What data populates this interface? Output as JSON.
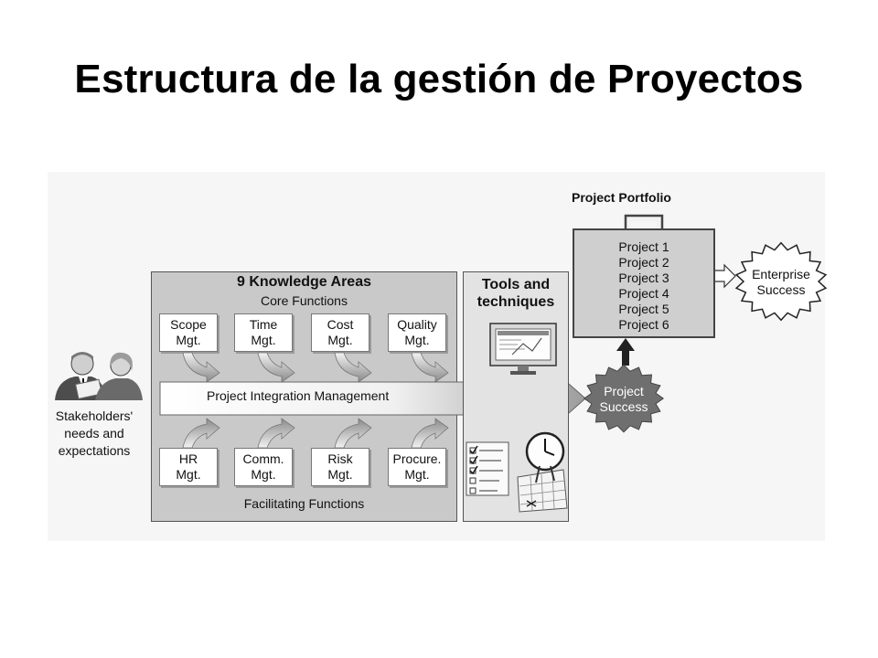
{
  "slide": {
    "title": "Estructura de la gestión de Proyectos"
  },
  "diagram": {
    "knowledge_areas": {
      "title": "9 Knowledge Areas",
      "core_title": "Core Functions",
      "facilitating_title": "Facilitating Functions",
      "core": [
        {
          "line1": "Scope",
          "line2": "Mgt."
        },
        {
          "line1": "Time",
          "line2": "Mgt."
        },
        {
          "line1": "Cost",
          "line2": "Mgt."
        },
        {
          "line1": "Quality",
          "line2": "Mgt."
        }
      ],
      "facilitating": [
        {
          "line1": "HR",
          "line2": "Mgt."
        },
        {
          "line1": "Comm.",
          "line2": "Mgt."
        },
        {
          "line1": "Risk",
          "line2": "Mgt."
        },
        {
          "line1": "Procure.",
          "line2": "Mgt."
        }
      ]
    },
    "integration": {
      "label": "Project Integration Management"
    },
    "stakeholders": {
      "line1": "Stakeholders'",
      "line2": "needs and",
      "line3": "expectations"
    },
    "tools": {
      "line1": "Tools and",
      "line2": "techniques"
    },
    "portfolio": {
      "title": "Project Portfolio",
      "projects": [
        "Project 1",
        "Project 2",
        "Project 3",
        "Project 4",
        "Project 5",
        "Project 6"
      ]
    },
    "project_success": {
      "line1": "Project",
      "line2": "Success"
    },
    "enterprise_success": {
      "line1": "Enterprise",
      "line2": "Success"
    }
  },
  "colors": {
    "panel_gray": "#c9c9c9",
    "success_dark": "#6f6f6f",
    "background": "#f6f6f6"
  }
}
